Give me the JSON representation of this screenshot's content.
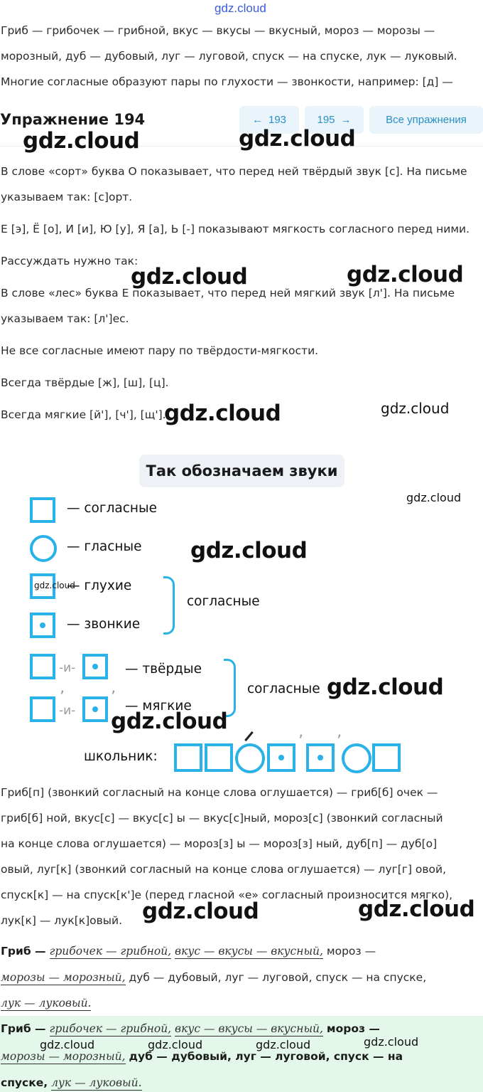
{
  "watermark_top": "gdz.cloud",
  "watermark": "gdz.cloud",
  "intro": {
    "line1": "Гриб — грибочек — грибной, вкус — вкусы — вкусный, мороз — морозы —",
    "line2": "морозный, дуб — дубовый, луг — луговой, спуск — на спуске, лук — луковый.",
    "line3": "Многие согласные образуют пары по глухости — звонкости, например: [д] —"
  },
  "exercise": {
    "title": "Упражнение 194",
    "prev_label": "193",
    "next_label": "195",
    "all_label": "Все упражнения"
  },
  "theory": {
    "p1a": "В слове «сорт» буква О показывает, что перед ней твёрдый звук [с]. На письме",
    "p1b": "указываем так: [с]орт.",
    "p2": "Е [э], Ё [о], И [и], Ю [у], Я [а], Ь [-] показывают мягкость согласного перед ними.",
    "p3": "Рассуждать нужно так:",
    "p4a": "В слове «лес» буква Е показывает, что перед ней мягкий звук [л']. На письме",
    "p4b": "указываем так: [л']ес.",
    "p5": "Не все согласные имеют пару по твёрдости-мягкости.",
    "p6": "Всегда твёрдые [ж], [ш], [ц].",
    "p7": "Всегда мягкие [й'], [ч'], [щ']."
  },
  "legend": {
    "caption": "Так обозначаем звуки",
    "consonants": "— согласные",
    "vowels": "— гласные",
    "voiceless": "— глухие",
    "voiced": "— звонкие",
    "group1": "согласные",
    "hard": "— твёрдые",
    "soft": "— мягкие",
    "group2": "согласные",
    "connector": "-и-",
    "apostrophe": "’",
    "example_word": "школьник:"
  },
  "solution": {
    "l1": "Гриб[п] (звонкий согласный на конце слова оглушается) — гриб[б] очек —",
    "l2": "гриб[б] ной, вкус[с] — вкус[с] ы — вкус[с]ный, мороз[с] (звонкий согласный",
    "l3": "на конце слова оглушается) — мороз[з] ы — мороз[з] ный, дуб[п] — дуб[о]",
    "l4": "овый, луг[к] (звонкий согласный на конце слова оглушается) — луг[г] овой,",
    "l5": "спуск[к] — на спуск[к']е (перед гласной «е» согласный произносится мягко),",
    "l6": "лук[к] — лук[к]овый."
  },
  "answer": {
    "grib": "Гриб —",
    "hw1": "грибочек — грибной,",
    "hw2": "вкус — вкусы — вкусный,",
    "moroz": "мороз —",
    "hw3": "морозы — морозный,",
    "rest1": "дуб — дубовый, луг — луговой, спуск — на спуске,",
    "hw4": "лук — луковый."
  },
  "answer_final": {
    "grib": "Гриб —",
    "hw1": "грибочек — грибной,",
    "hw2": "вкус — вкусы — вкусный,",
    "moroz": "мороз —",
    "hw3": "морозы — морозный,",
    "rest1": "дуб — дубовый, луг — луговой, спуск — на",
    "spuske": "спуске,",
    "hw4": "лук — луковый."
  }
}
